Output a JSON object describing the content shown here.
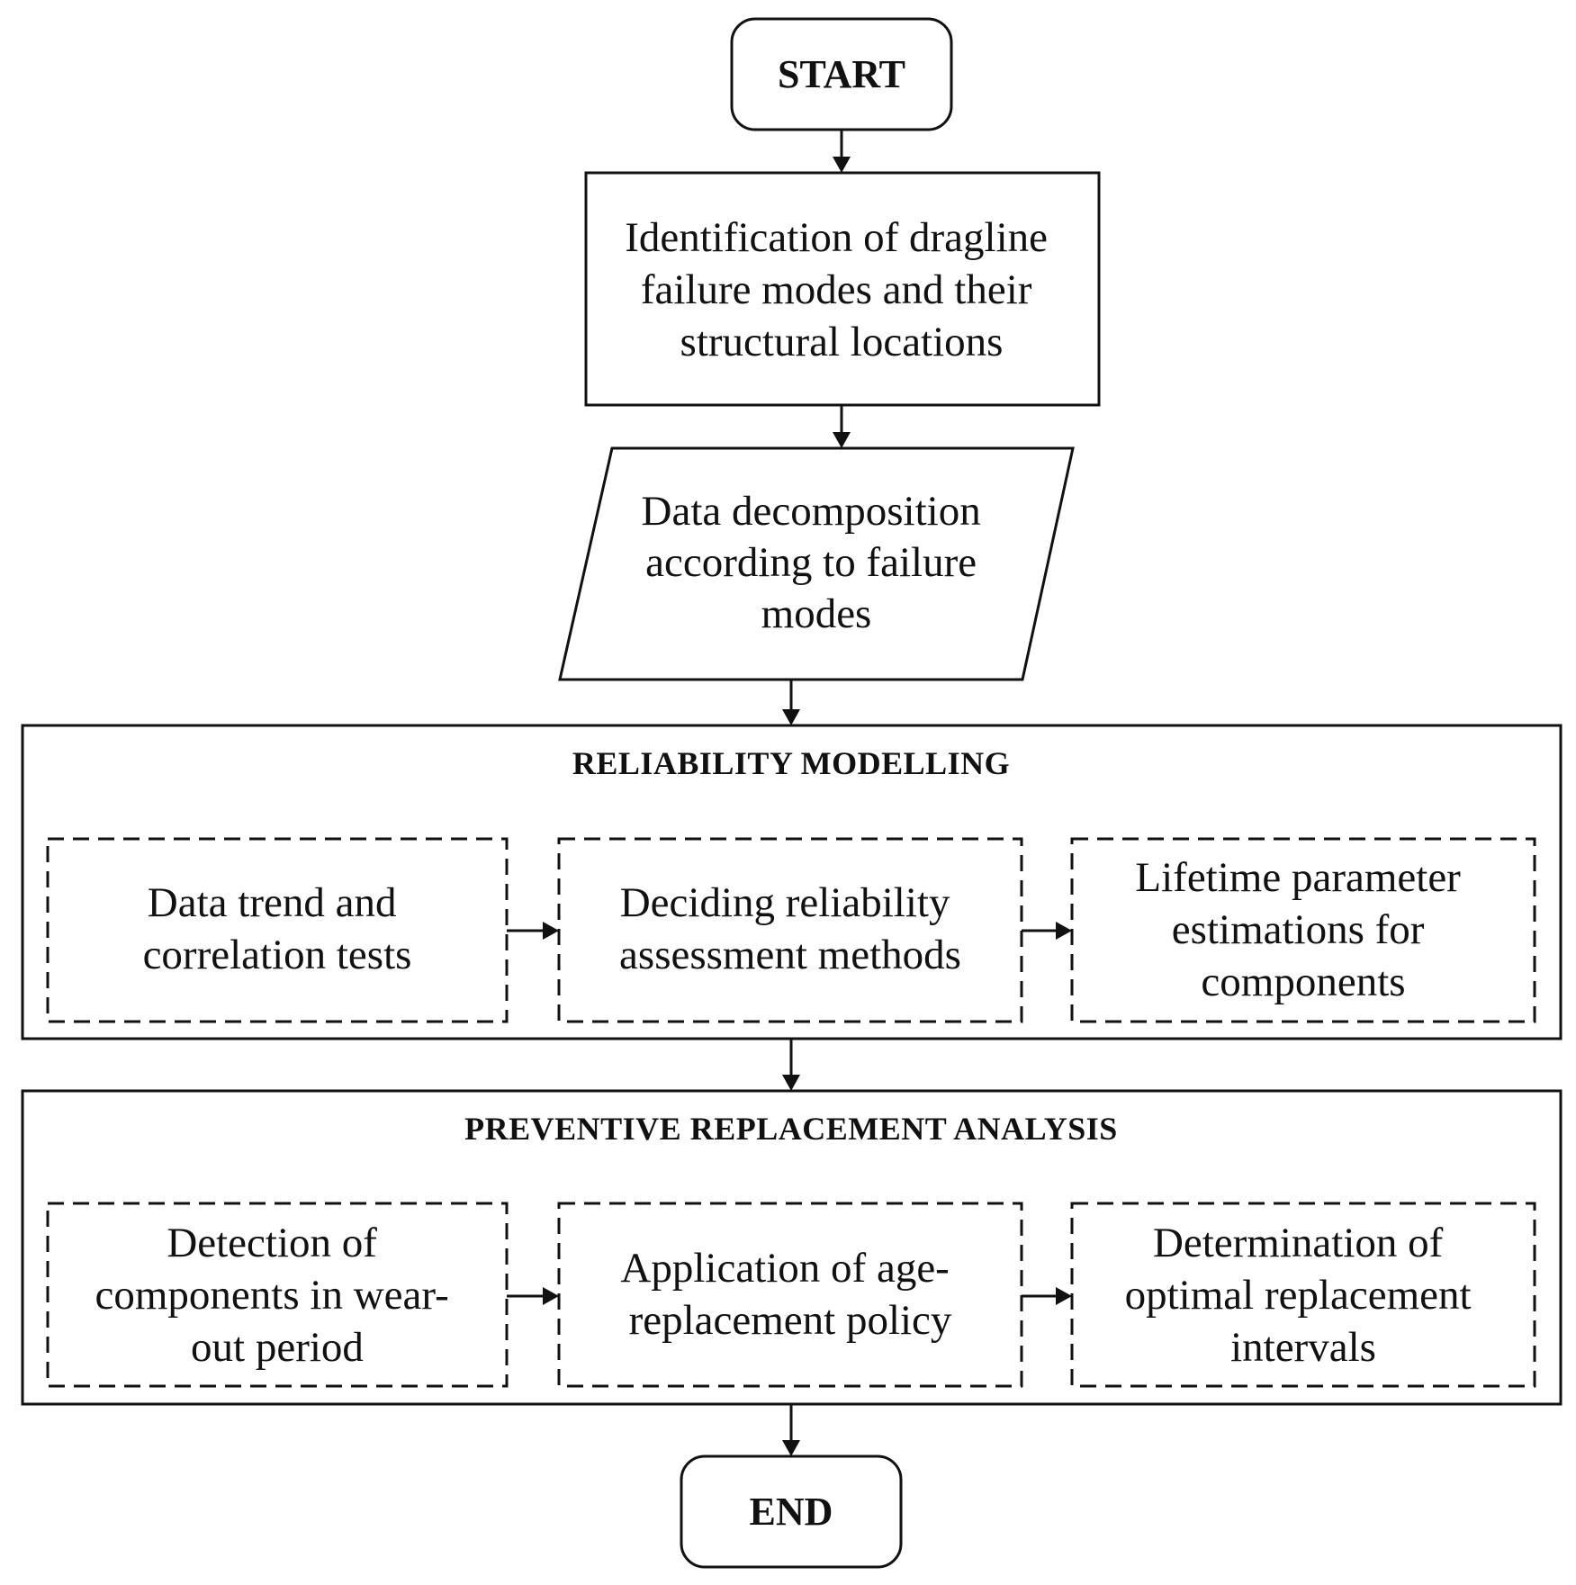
{
  "start": {
    "label": "START"
  },
  "end": {
    "label": "END"
  },
  "identification": {
    "lines": [
      "Identification of dragline",
      "failure modes and their",
      "structural locations"
    ]
  },
  "decomposition": {
    "lines": [
      "Data decomposition",
      "according to failure",
      "modes"
    ]
  },
  "reliability_modelling": {
    "title": "RELIABILITY MODELLING",
    "steps": [
      {
        "lines": [
          "Data trend and",
          "correlation tests"
        ]
      },
      {
        "lines": [
          "Deciding reliability",
          "assessment methods"
        ]
      },
      {
        "lines": [
          "Lifetime parameter",
          "estimations for",
          "components"
        ]
      }
    ]
  },
  "preventive_replacement": {
    "title": "PREVENTIVE REPLACEMENT ANALYSIS",
    "steps": [
      {
        "lines": [
          "Detection of",
          "components in wear-",
          "out period"
        ]
      },
      {
        "lines": [
          "Application of age-",
          "replacement policy"
        ]
      },
      {
        "lines": [
          "Determination of",
          "optimal replacement",
          "intervals"
        ]
      }
    ]
  }
}
